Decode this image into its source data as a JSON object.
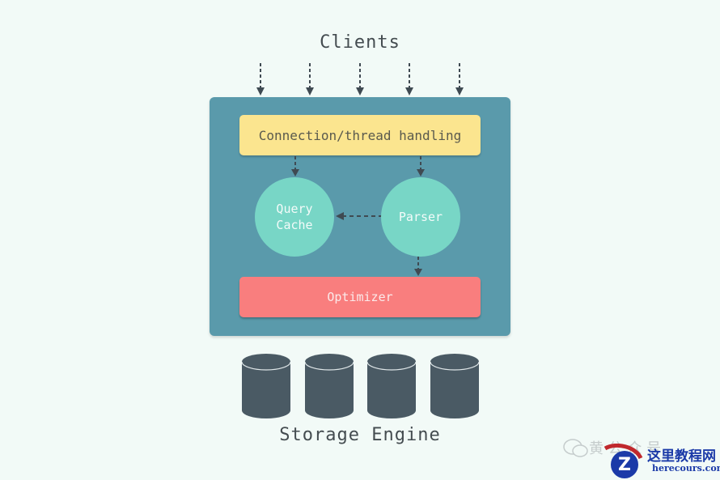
{
  "diagram": {
    "title_top": "Clients",
    "client_arrow_count": 5,
    "server": {
      "connection_box": "Connection/thread handling",
      "query_cache": [
        "Query",
        "Cache"
      ],
      "parser": "Parser",
      "optimizer": "Optimizer"
    },
    "storage_cylinder_count": 4,
    "title_bottom": "Storage Engine",
    "edges": [
      {
        "from": "Clients",
        "to": "Connection/thread handling",
        "style": "dashed"
      },
      {
        "from": "Connection/thread handling",
        "to": "Query Cache",
        "style": "dashed"
      },
      {
        "from": "Connection/thread handling",
        "to": "Parser",
        "style": "dashed"
      },
      {
        "from": "Parser",
        "to": "Query Cache",
        "style": "dashed"
      },
      {
        "from": "Parser",
        "to": "Optimizer",
        "style": "dashed"
      }
    ],
    "colors": {
      "background": "#f2faf7",
      "server_box": "#5a9aab",
      "connection_box": "#fbe58f",
      "circles": "#78d6c6",
      "optimizer": "#f97e7e",
      "cylinders": "#4a5a64",
      "arrows": "#3f4a52"
    }
  },
  "watermark": {
    "faint_text": "黄 公 众 号",
    "site_name": "这里教程网",
    "site_url": "herecours.com",
    "logo_letter": "Z"
  }
}
